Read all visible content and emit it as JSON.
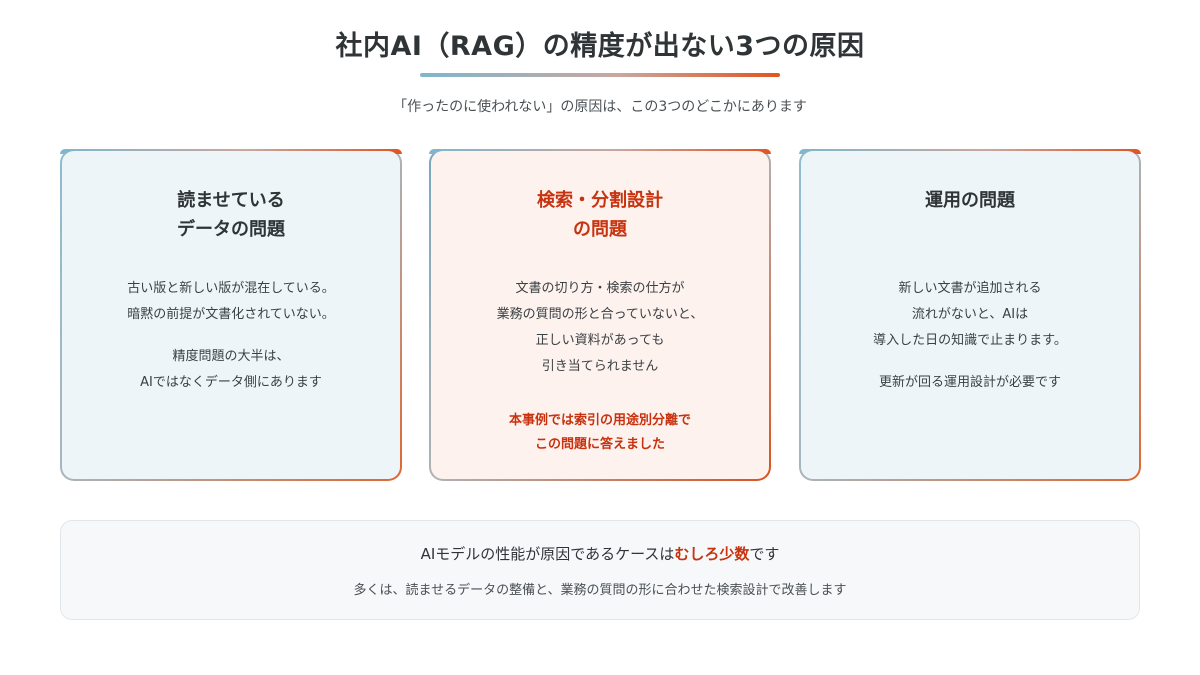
{
  "header": {
    "title": "社内AI（RAG）の精度が出ない3つの原因",
    "subtitle": "「作ったのに使われない」の原因は、この3つのどこかにあります"
  },
  "cards": [
    {
      "title_lines": [
        "読ませている",
        "データの問題"
      ],
      "body_lines": [
        "古い版と新しい版が混在している。",
        "暗黙の前提が文書化されていない。"
      ],
      "extra_lines": [
        "精度問題の大半は、",
        "AIではなくデータ側にあります"
      ]
    },
    {
      "title_lines": [
        "検索・分割設計",
        "の問題"
      ],
      "body_lines": [
        "文書の切り方・検索の仕方が",
        "業務の質問の形と合っていないと、",
        "正しい資料があっても",
        "引き当てられません"
      ],
      "note_lines": [
        "本事例では索引の用途別分離で",
        "この問題に答えました"
      ]
    },
    {
      "title_lines": [
        "運用の問題"
      ],
      "body_lines": [
        "新しい文書が追加される",
        "流れがないと、AIは",
        "導入した日の知識で止まります。"
      ],
      "extra_lines": [
        "更新が回る運用設計が必要です"
      ]
    }
  ],
  "footer": {
    "main_prefix": "AIモデルの性能が原因であるケースは",
    "main_emphasis": "むしろ少数",
    "main_suffix": "です",
    "sub": "多くは、読ませるデータの整備と、業務の質問の形に合わせた検索設計で改善します"
  },
  "colors": {
    "accent": "#c8320e",
    "teal": "#7fb6cc",
    "card_bg": "#eef5f8",
    "card_highlight_bg": "#fdf2ee"
  }
}
